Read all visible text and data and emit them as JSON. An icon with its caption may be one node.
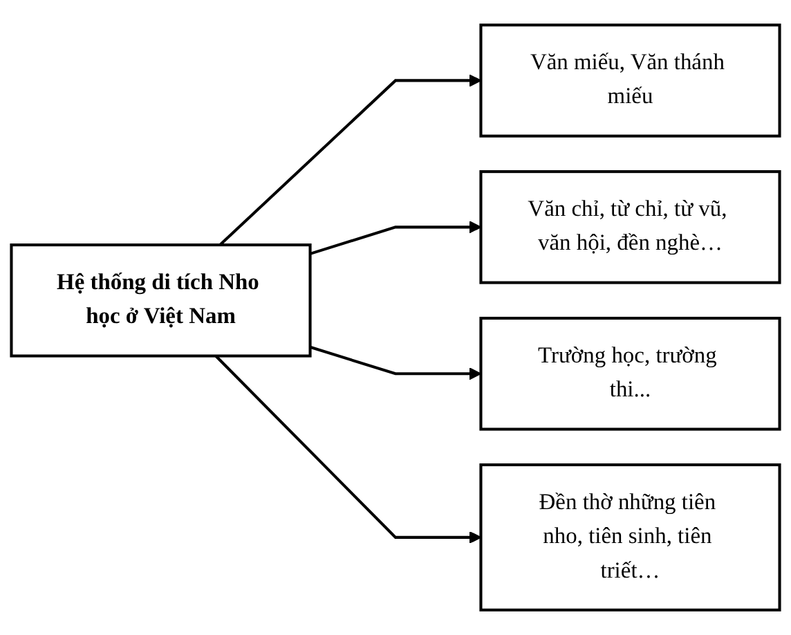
{
  "diagram": {
    "nodes": [
      {
        "text": [
          "Hệ thống di tích Nho học ở Việt Nam"
        ]
      },
      {
        "text": [
          "Văn miếu, Văn thánh miếu"
        ]
      },
      {
        "text": [
          "Văn chỉ, từ chỉ, từ vũ, văn hội, đền nghè…"
        ]
      },
      {
        "text": [
          "Trường học, trường thi..."
        ]
      },
      {
        "text": [
          "Đền thờ những tiên nho, tiên sinh, tiên triết…"
        ]
      }
    ],
    "edges": [
      {
        "from": 0,
        "to": 1,
        "arrow": "to"
      },
      {
        "from": 0,
        "to": 2,
        "arrow": "to"
      },
      {
        "from": 0,
        "to": 3,
        "arrow": "to"
      },
      {
        "from": 0,
        "to": 4,
        "arrow": "to"
      }
    ]
  }
}
